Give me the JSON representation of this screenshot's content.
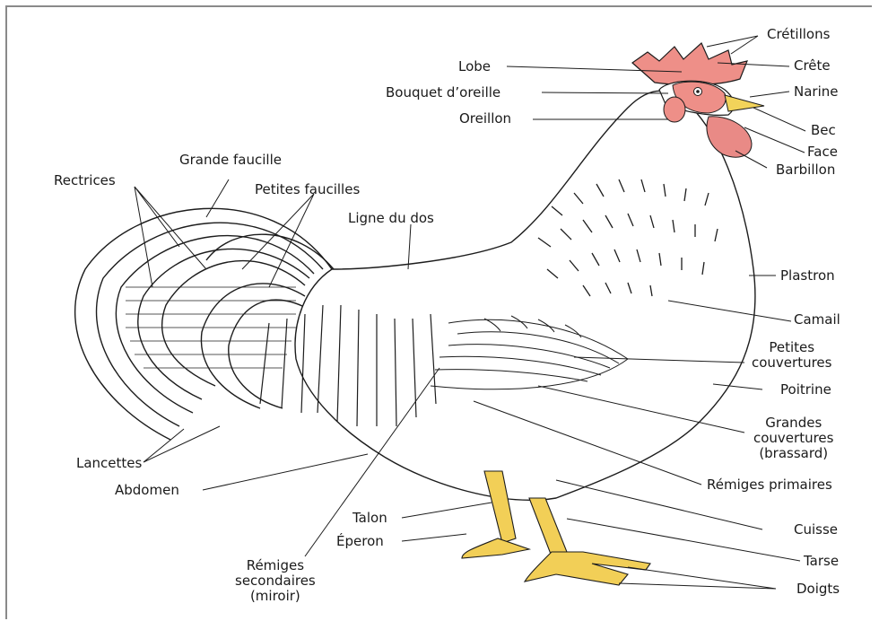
{
  "labels": {
    "cretillons": "Crétillons",
    "crete": "Crête",
    "lobe": "Lobe",
    "narine": "Narine",
    "bouquet": "Bouquet d’oreille",
    "bec": "Bec",
    "oreillon": "Oreillon",
    "face": "Face",
    "barbillon": "Barbillon",
    "grande_faucille": "Grande faucille",
    "rectrices": "Rectrices",
    "petites_faucilles": "Petites faucilles",
    "ligne_dos": "Ligne du dos",
    "plastron": "Plastron",
    "camail": "Camail",
    "petites_couvertures": "Petites\ncouvertures",
    "poitrine": "Poitrine",
    "grandes_couvertures": "Grandes\ncouvertures\n(brassard)",
    "lancettes": "Lancettes",
    "abdomen": "Abdomen",
    "remiges_primaires": "Rémiges primaires",
    "talon": "Talon",
    "cuisse": "Cuisse",
    "eperon": "Éperon",
    "tarse": "Tarse",
    "remiges_secondaires": "Rémiges\nsecondaires\n(miroir)",
    "doigts": "Doigts"
  },
  "colors": {
    "comb": "#ee8f88",
    "wattle": "#e98a86",
    "beak": "#f2d35a",
    "legs": "#f2cf57",
    "outline": "#1c1c1c"
  }
}
